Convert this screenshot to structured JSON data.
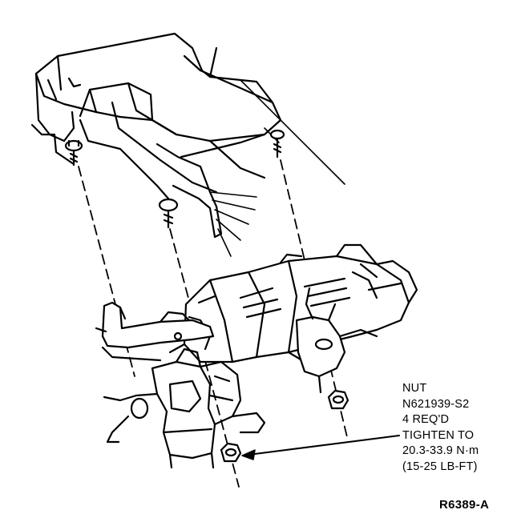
{
  "callout": {
    "lines": [
      "NUT",
      "N621939-S2",
      "4 REQ'D",
      "TIGHTEN TO",
      "20.3-33.9 N·m",
      "(15-25 LB-FT)"
    ]
  },
  "figure_id": "R6389-A",
  "colors": {
    "ink": "#000000",
    "paper": "#ffffff"
  }
}
